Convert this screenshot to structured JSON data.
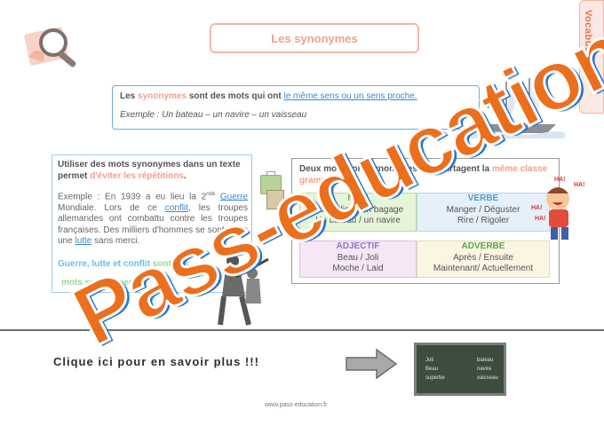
{
  "header": {
    "title": "Les synonymes",
    "side_tab": "Vocabulaire"
  },
  "definition": {
    "w1": "Les ",
    "w2": "synonymes",
    "w3": " sont des mots qui ont ",
    "w4": "le même sens ou un sens proche.",
    "example": "Exemple : Un bateau – un navire – un vaisseau"
  },
  "left_box": {
    "title_a": "Utiliser des mots synonymes dans un texte permet ",
    "title_b": "d'éviter les répétitions",
    "title_c": ".",
    "text_1": "Exemple : En 1939 a eu lieu la 2",
    "sup": "nde",
    "text_2": " ",
    "link1": "Guerre",
    "text_3": " Mondiale. Lors de ce ",
    "link2": "conflit",
    "text_4": ", les troupes allemandes ont combattu contre les troupes françaises. Des milliers d'hommes se sont livrés une ",
    "link3": "lutte",
    "text_5": " sans merci.",
    "concl_a": "Guerre, lutte et conflit ",
    "concl_b": "sont des",
    "concl_c": "mots synonymes."
  },
  "right_box": {
    "title_a": "Deux mots sont synonymes s'ils partagent la ",
    "title_b": "même classe grammaticale",
    "title_c": ".",
    "cells": {
      "nom": {
        "header": "NOM",
        "line1": "Une valise / un bagage",
        "line2": "Un bateau / un navire"
      },
      "verbe": {
        "header": "VERBE",
        "line1": "Manger / Déguster",
        "line2": "Rire / Rigoler"
      },
      "adjectif": {
        "header": "ADJECTIF",
        "line1": "Beau / Joli",
        "line2": "Moche / Laid"
      },
      "adverbe": {
        "header": "ADVERBE",
        "line1": "Après / Ensuite",
        "line2": "Maintenant/ Actuellement"
      }
    },
    "laugh": [
      "HA!",
      "HA!",
      "HA!",
      "HA!"
    ]
  },
  "footer": {
    "click_text": "Clique ici pour en savoir plus !!!",
    "url": "www.pass-education.fr",
    "slate_words": [
      "Joli",
      "Beau",
      "superbe",
      "bateau",
      "navire",
      "vaisseau"
    ]
  },
  "watermark": "Pass-education",
  "colors": {
    "accent_orange": "#f2a08a",
    "link_blue": "#3b8ad0",
    "green": "#9bd59b",
    "watermark_orange": "#ec6a14"
  }
}
